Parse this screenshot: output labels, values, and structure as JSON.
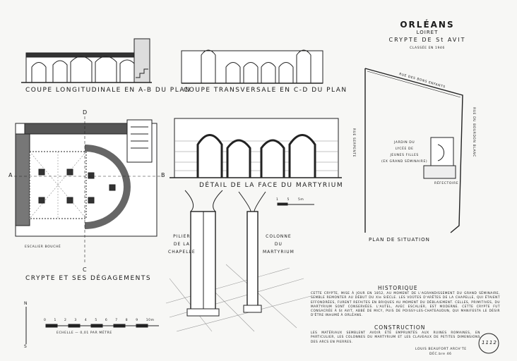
{
  "title": {
    "city": "ORLÉANS",
    "department": "LOIRET",
    "monument": "CRYPTE DE St AVIT",
    "classification": "CLASSÉE EN 1946"
  },
  "drawings": {
    "longitudinal": "COUPE LONGITUDINALE EN A-B DU PLAN",
    "transversal": "COUPE TRANSVERSALE EN C-D DU PLAN",
    "facade": "DÉTAIL DE LA FACE DU MARTYRIUM",
    "plan": "CRYPTE ET SES DÉGAGEMENTS",
    "situation": "PLAN DE SITUATION",
    "pillar": [
      "PILIER",
      "DE LA",
      "CHAPELLE"
    ],
    "column": [
      "COLONNE",
      "DU",
      "MARTYRIUM"
    ],
    "stair": "ESCALIER BOUCHÉ",
    "letters": {
      "a": "A",
      "b": "B",
      "c": "C",
      "d": "D"
    }
  },
  "situation_labels": {
    "street_north": "RUE DES BONS ENFANTS",
    "street_west": "RUE SERPENTE",
    "street_east": "RUE DU BOURDON BLANC",
    "garden": [
      "JARDIN DU",
      "LYCÉE DE",
      "JEUNES FILLES",
      "(EX GRAND SÉMINAIRE)"
    ],
    "refectory": "RÉFECTOIRE"
  },
  "scale": {
    "label": "ECHELLE — 0,01 PAR MÈTRE",
    "ticks": [
      "0",
      "1",
      "2",
      "3",
      "4",
      "5",
      "6",
      "7",
      "8",
      "9",
      "10m"
    ],
    "north": "N",
    "south": "S",
    "small_ticks": [
      "1",
      "5",
      "5m"
    ]
  },
  "historique": {
    "heading": "HISTORIQUE",
    "text": "CETTE CRYPTE, MISE À JOUR EN 1852, AU MOMENT DE L'AGRANDISSEMENT DU GRAND SÉMINAIRE, SEMBLE REMONTER AU DÉBUT DU XIe SIÈCLE. LES VOÛTES D'ARÊTES DE LA CHAPELLE, QUI ÉTAIENT EFFONDRÉES, FURENT REFAITES EN BRIQUES AU MOMENT DU DÉBLAIEMENT. CELLES, PRIMITIVES, DU MARTYRIUM SONT CONSERVÉES. L'AUTEL, AVEC ESCALIER, EST MODERNE. CETTE CRYPTE FUT CONSACRÉE À St AVIT, ABBÉ DE MICY, PUIS DE POISSY-LES-CHATEAUDUN, QUI MANIFESTA LE DÉSIR D'ÊTRE INHUMÉ À ORLÉANS."
  },
  "construction": {
    "heading": "CONSTRUCTION",
    "text": "LES MATÉRIAUX SEMBLENT AVOIR ÉTÉ EMPRUNTÉS AUX RUINES ROMAINES, EN PARTICULIER, LES COLONNES DU MARTYRIUM ET LES CLAVEAUX DE PETITES DIMENSIONS DES ARCS EN PIERRES."
  },
  "signature": {
    "author": "LOUIS BEAUFORT ARCH'TE",
    "date": "DÉC.bre 46"
  },
  "stamp": "1112"
}
